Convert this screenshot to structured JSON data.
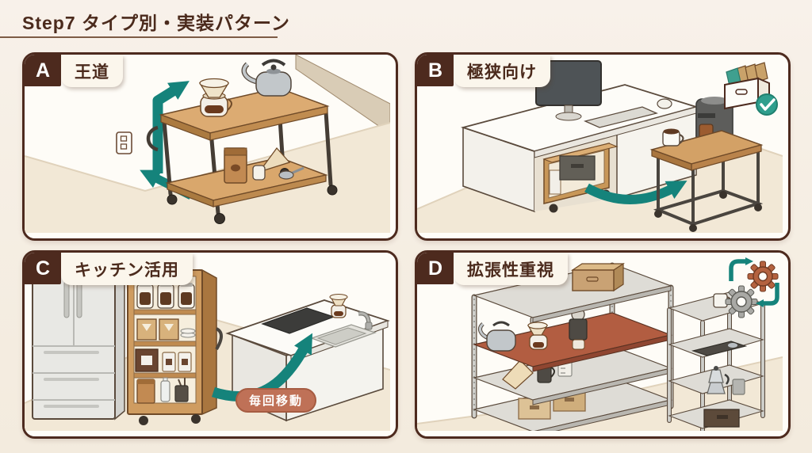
{
  "page": {
    "title": "Step7 タイプ別・実装パターン",
    "background": "#f6efe5",
    "accent_teal": "#15837b",
    "frame_brown": "#4d2a1e",
    "badge_terracotta": "#bf7157",
    "wood_tan": "#d3a166"
  },
  "panels": [
    {
      "letter": "A",
      "label": "王道",
      "icons": [
        "coffee-cart-illustration",
        "wall-outlet-icon",
        "move-up-arrow-icon",
        "to-outlet-arrow-icon",
        "dripper-carafe-icon",
        "kettle-icon"
      ]
    },
    {
      "letter": "B",
      "label": "極狭向け",
      "icons": [
        "desk-illustration",
        "monitor-icon",
        "under-desk-cart-icon",
        "side-table-icon",
        "coffee-maker-icon",
        "swap-arrow-icon",
        "storage-box-check-icon"
      ]
    },
    {
      "letter": "C",
      "label": "キッチン活用",
      "badge": "毎回移動",
      "icons": [
        "refrigerator-illustration",
        "pantry-cart-illustration",
        "kitchen-island-illustration",
        "sink-icon",
        "move-arrow-icon"
      ]
    },
    {
      "letter": "D",
      "label": "拡張性重視",
      "icons": [
        "shelf-unit-illustration",
        "gears-sync-icon",
        "moka-pot-icon",
        "grinder-icon"
      ]
    }
  ]
}
